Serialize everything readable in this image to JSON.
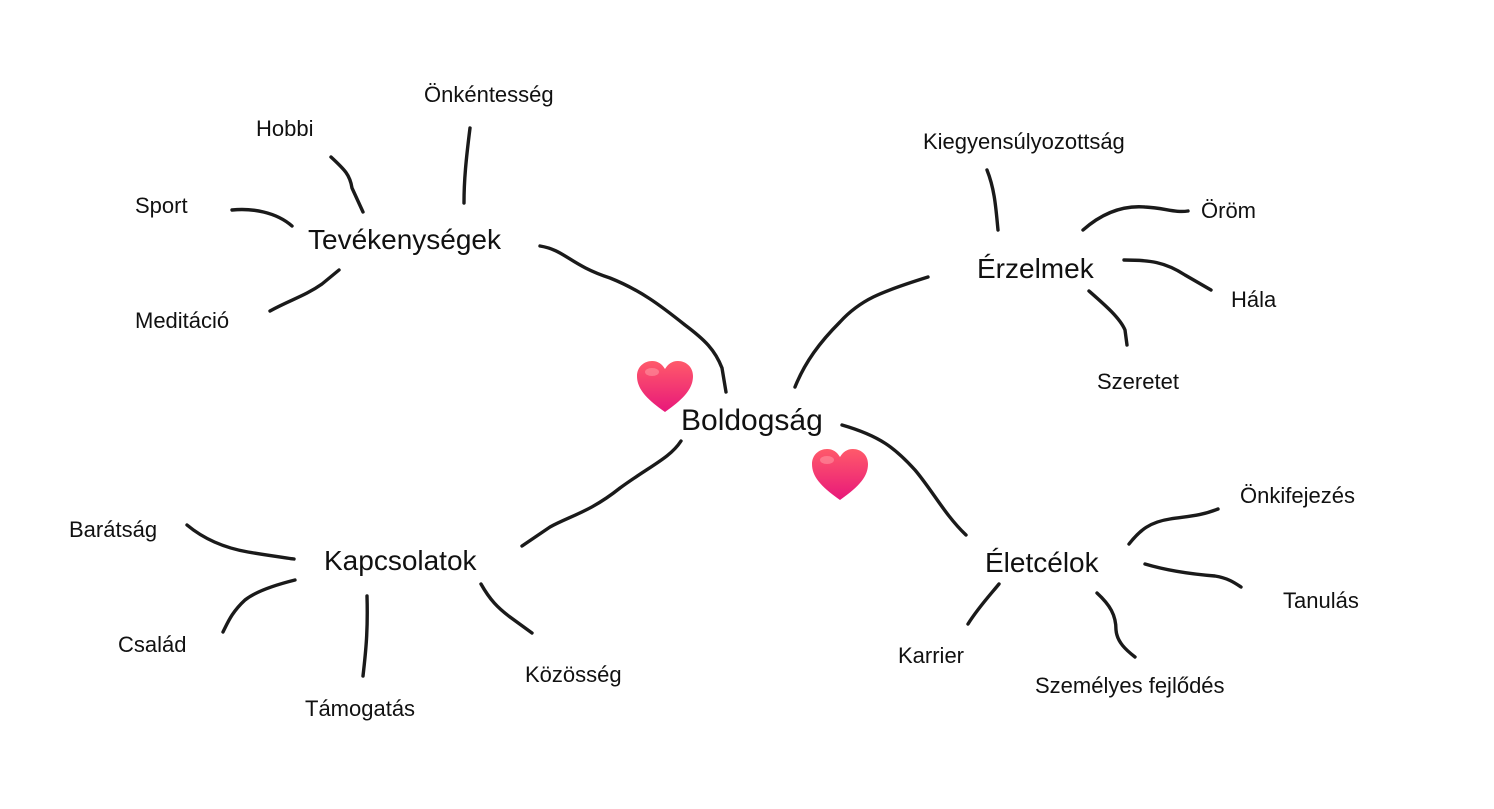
{
  "center": {
    "label": "Boldogság"
  },
  "branches": {
    "activities": {
      "label": "Tevékenységek"
    },
    "emotions": {
      "label": "Érzelmek"
    },
    "relationships": {
      "label": "Kapcsolatok"
    },
    "life_goals": {
      "label": "Életcélok"
    }
  },
  "leaves": {
    "activities": [
      "Önkéntesség",
      "Hobbi",
      "Sport",
      "Meditáció"
    ],
    "emotions": [
      "Kiegyensúlyozottság",
      "Öröm",
      "Hála",
      "Szeretet"
    ],
    "relationships": [
      "Barátság",
      "Család",
      "Támogatás",
      "Közösség"
    ],
    "life_goals": [
      "Önkifejezés",
      "Tanulás",
      "Személyes fejlődés",
      "Karrier"
    ]
  },
  "style": {
    "stroke_color": "#1a1a1a",
    "heart_color_top": "#ff5a6a",
    "heart_color_bottom": "#e8187a"
  },
  "icons": [
    "heart-icon",
    "heart-icon"
  ]
}
